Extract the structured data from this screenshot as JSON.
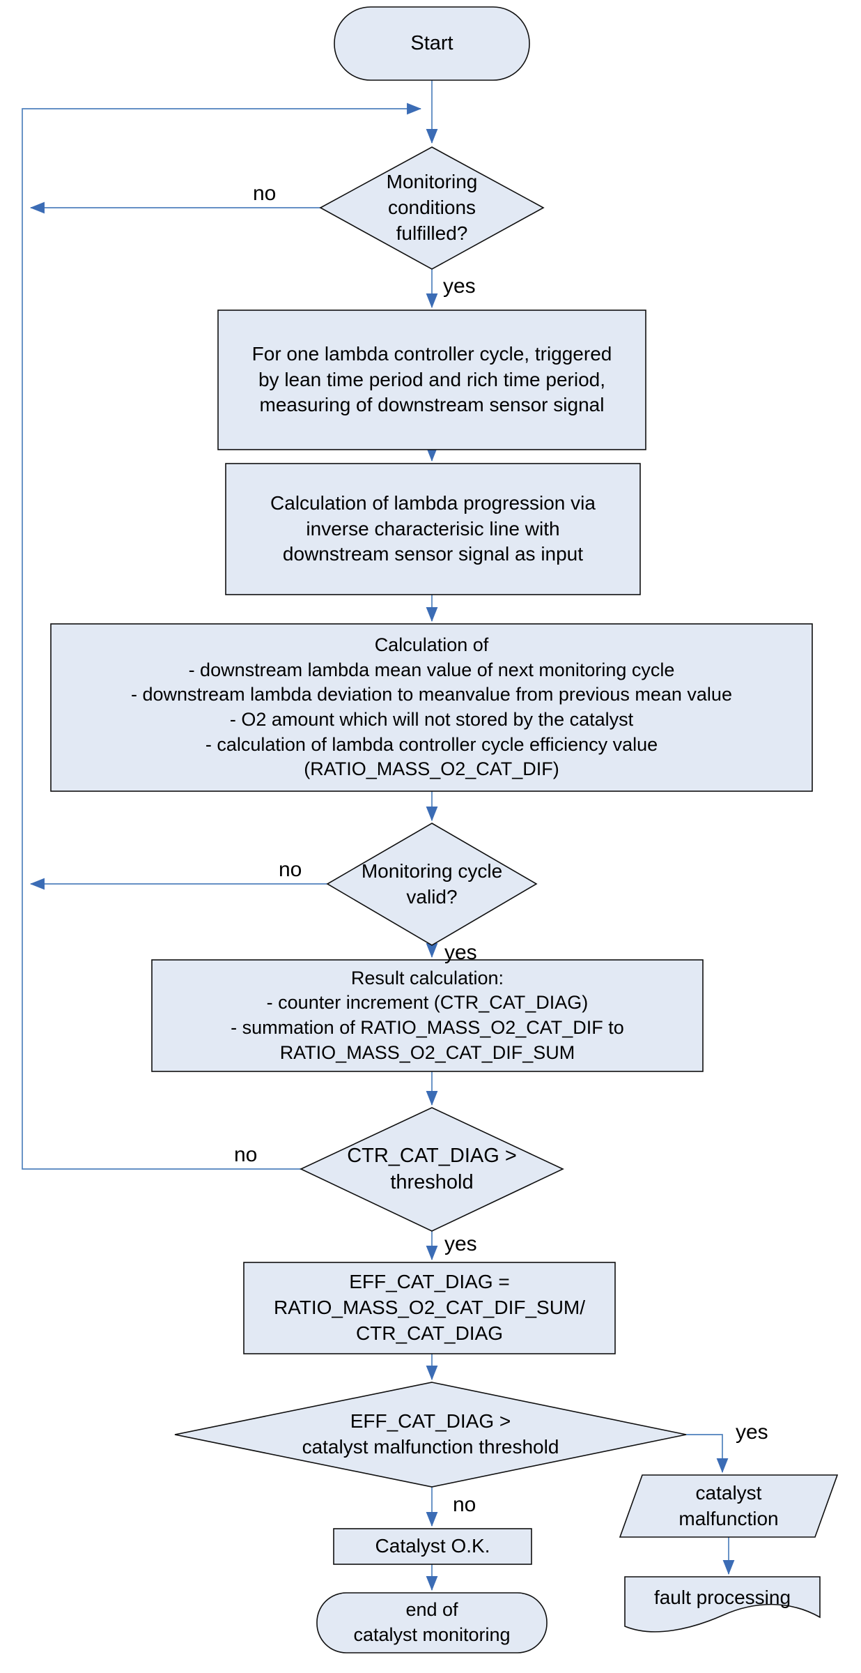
{
  "colors": {
    "shape_fill": "#e2e9f4",
    "shape_border": "#0f0f0f",
    "connector": "#4f81bd",
    "arrowhead": "#3b6cb5",
    "text": "#000000",
    "background": "#ffffff"
  },
  "nodes": {
    "start": {
      "type": "terminator",
      "label": "Start"
    },
    "monitoring_conditions": {
      "type": "decision",
      "label": "Monitoring\nconditions\nfulfilled?"
    },
    "measure_downstream": {
      "type": "process",
      "label": "For one lambda controller cycle, triggered\nby lean time period and rich time period,\nmeasuring of downstream sensor signal"
    },
    "lambda_progression": {
      "type": "process",
      "label": "Calculation of lambda progression via\ninverse characterisic line with\ndownstream sensor signal as input"
    },
    "calculation": {
      "type": "process",
      "label": "Calculation of\n- downstream lambda mean value of next monitoring cycle\n- downstream lambda deviation to meanvalue from previous mean value\n- O2 amount which will not stored by the catalyst\n- calculation of lambda controller cycle efficiency value\n(RATIO_MASS_O2_CAT_DIF)"
    },
    "cycle_valid": {
      "type": "decision",
      "label": "Monitoring cycle\nvalid?"
    },
    "result_calculation": {
      "type": "process",
      "label": "Result calculation:\n- counter increment (CTR_CAT_DIAG)\n- summation of RATIO_MASS_O2_CAT_DIF to\nRATIO_MASS_O2_CAT_DIF_SUM"
    },
    "ctr_threshold": {
      "type": "decision",
      "label": "CTR_CAT_DIAG >\nthreshold"
    },
    "eff_calculation": {
      "type": "process",
      "label": "EFF_CAT_DIAG =\nRATIO_MASS_O2_CAT_DIF_SUM/\nCTR_CAT_DIAG"
    },
    "eff_threshold": {
      "type": "decision",
      "label": "EFF_CAT_DIAG >\ncatalyst malfunction threshold"
    },
    "catalyst_ok": {
      "type": "process",
      "label": "Catalyst O.K."
    },
    "end": {
      "type": "terminator",
      "label": "end of\ncatalyst monitoring"
    },
    "catalyst_malfunction": {
      "type": "data",
      "label": "catalyst\nmalfunction"
    },
    "fault_processing": {
      "type": "document",
      "label": "fault processing"
    }
  },
  "edge_labels": {
    "monitoring_no": "no",
    "monitoring_yes": "yes",
    "cycle_no": "no",
    "cycle_yes": "yes",
    "ctr_no": "no",
    "ctr_yes": "yes",
    "eff_no": "no",
    "eff_yes": "yes"
  }
}
